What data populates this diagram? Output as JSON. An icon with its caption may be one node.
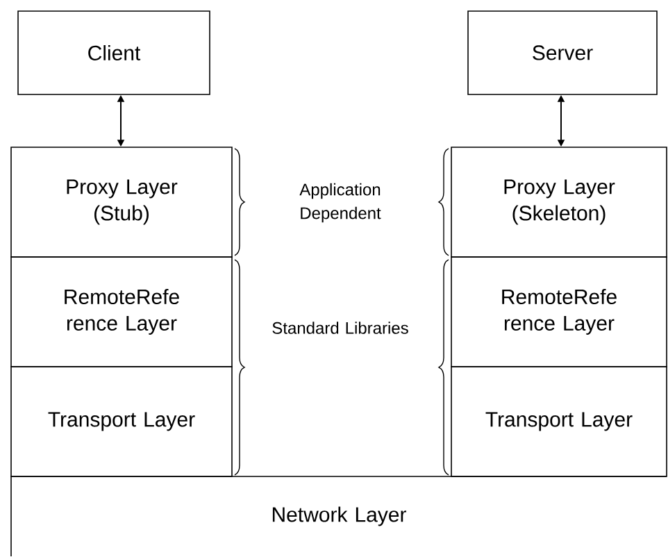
{
  "diagram": {
    "nodes": [
      {
        "text": [
          "Client"
        ]
      },
      {
        "text": [
          "Server"
        ]
      },
      {
        "text": [
          "Proxy Layer (Stub)"
        ]
      },
      {
        "text": [
          "Proxy Layer (Skeleton)"
        ]
      },
      {
        "text": [
          "RemoteRefe rence Layer"
        ]
      },
      {
        "text": [
          "RemoteRefe rence Layer"
        ]
      },
      {
        "text": [
          "Transport Layer"
        ]
      },
      {
        "text": [
          "Transport Layer"
        ]
      },
      {
        "text": [
          "Network Layer"
        ]
      }
    ],
    "edges": [
      {
        "from": 0,
        "to": 2,
        "arrow": "both"
      },
      {
        "from": 1,
        "to": 3,
        "arrow": "both"
      }
    ],
    "labels": [
      "Application Dependent",
      "Standard Libraries"
    ]
  }
}
